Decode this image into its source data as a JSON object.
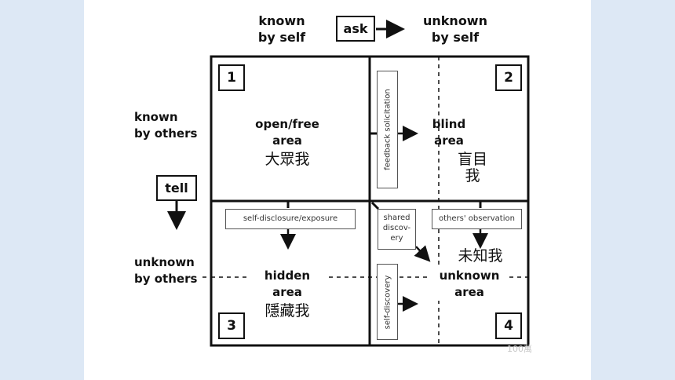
{
  "header": {
    "known_by_self": [
      "known",
      "by self"
    ],
    "ask_label": "ask",
    "unknown_by_self": [
      "unknown",
      "by self"
    ]
  },
  "side": {
    "known_by_others": [
      "known",
      "by others"
    ],
    "tell_label": "tell",
    "unknown_by_others": [
      "unknown",
      "by others"
    ]
  },
  "quadrants": [
    {
      "number": "1",
      "label": [
        "open/free",
        "area"
      ],
      "chinese": "大眾我"
    },
    {
      "number": "2",
      "label": [
        "blind",
        "area"
      ],
      "chinese": "盲目我"
    },
    {
      "number": "3",
      "label": [
        "hidden",
        "area"
      ],
      "chinese": "隱藏我"
    },
    {
      "number": "4",
      "label": [
        "unknown",
        "area"
      ],
      "chinese": "未知我"
    }
  ],
  "notes": {
    "feedback": "feedback solicitation",
    "self_disclosure": "self-disclosure/exposure",
    "shared_discovery": [
      "shared",
      "discov-",
      "ery"
    ],
    "others_observation": "others' observation",
    "self_discovery": "self-discovery"
  },
  "watermark": "100萬"
}
